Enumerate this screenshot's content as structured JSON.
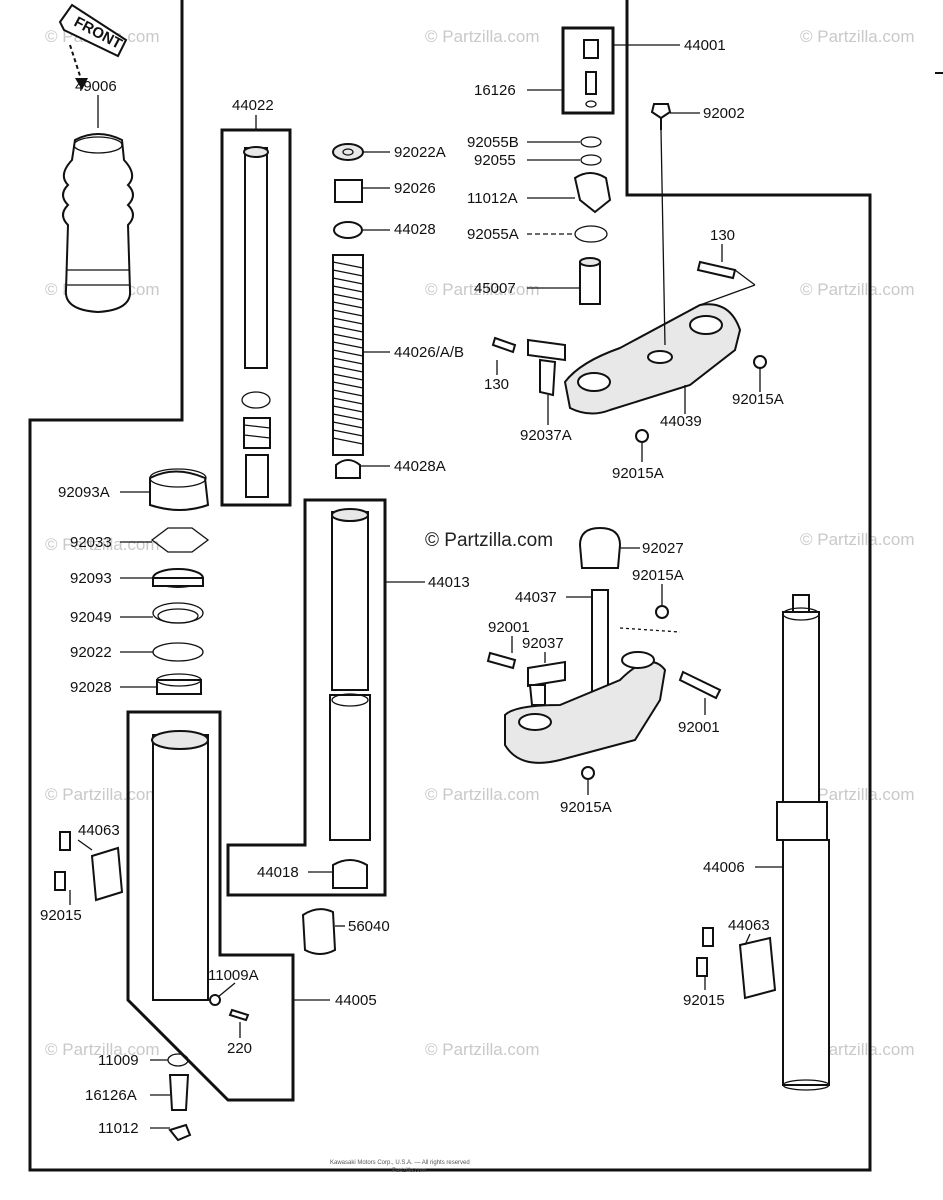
{
  "diagram": {
    "front_label": "FRONT",
    "watermark_main": "© Partzilla.com",
    "watermark": "© Partzilla.com",
    "footer_line1": "Kawasaki Motors Corp., U.S.A. — All rights reserved",
    "footer_line2": "Partzilla.com",
    "labels": {
      "p49006": "49006",
      "p44022": "44022",
      "p92022A": "92022A",
      "p92026": "92026",
      "p44028": "44028",
      "p44026AB": "44026/A/B",
      "p44028A": "44028A",
      "p44001": "44001",
      "p16126": "16126",
      "p92002": "92002",
      "p92055B": "92055B",
      "p92055": "92055",
      "p11012A": "11012A",
      "p92055A": "92055A",
      "p45007": "45007",
      "p130a": "130",
      "p130b": "130",
      "p92015A_a": "92015A",
      "p44039": "44039",
      "p92037A": "92037A",
      "p92015A_b": "92015A",
      "p92093A": "92093A",
      "p92033": "92033",
      "p92093": "92093",
      "p92049": "92049",
      "p92022": "92022",
      "p92028": "92028",
      "p44013": "44013",
      "p92027": "92027",
      "p92015A_c": "92015A",
      "p44037": "44037",
      "p92001a": "92001",
      "p92037": "92037",
      "p92001b": "92001",
      "p92015A_d": "92015A",
      "p44063a": "44063",
      "p92015a": "92015",
      "p44018": "44018",
      "p56040": "56040",
      "p11009A": "11009A",
      "p44005": "44005",
      "p220": "220",
      "p11009": "11009",
      "p16126A": "16126A",
      "p11012": "11012",
      "p44006": "44006",
      "p44063b": "44063",
      "p92015b": "92015"
    }
  }
}
